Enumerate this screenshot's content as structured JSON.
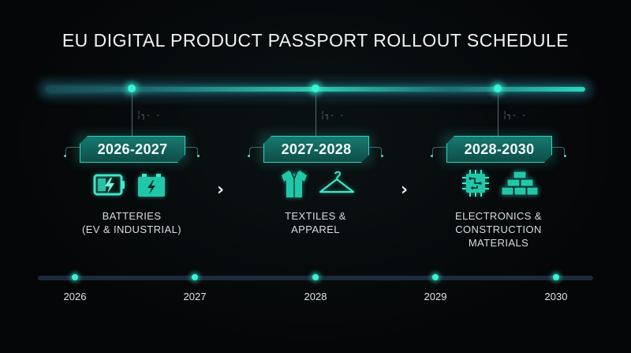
{
  "title": "EU DIGITAL PRODUCT PASSPORT ROLLOUT SCHEDULE",
  "phases": [
    {
      "period": "2026-2027",
      "label_lines": [
        "BATTERIES",
        "(EV & INDUSTRIAL)"
      ],
      "icons": [
        "charging-battery-icon",
        "car-battery-icon"
      ]
    },
    {
      "period": "2027-2028",
      "label_lines": [
        "TEXTILES &",
        "APPAREL"
      ],
      "icons": [
        "shirt-icon",
        "hanger-icon"
      ]
    },
    {
      "period": "2028-2030",
      "label_lines": [
        "ELECTRONICS &",
        "CONSTRUCTION",
        "MATERIALS"
      ],
      "icons": [
        "circuit-chip-icon",
        "bricks-icon"
      ]
    }
  ],
  "timeline_years": [
    "2026",
    "2027",
    "2028",
    "2029",
    "2030"
  ],
  "colors": {
    "accent": "#39f2d3",
    "badge": "#167a70",
    "background": "#050607",
    "axis": "#1c2b3c"
  }
}
